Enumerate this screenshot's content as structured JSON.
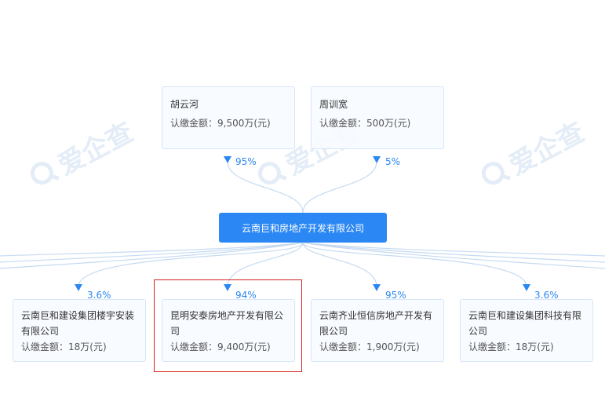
{
  "colors": {
    "accent": "#2b87f3",
    "line": "#c5daf2",
    "highlight": "#d22626"
  },
  "watermark": {
    "text": "爱企查",
    "icon": "qicha-logo-icon"
  },
  "shareholders": [
    {
      "name": "胡云河",
      "amount": "认缴金额：9,500万(元)",
      "percent": "95%"
    },
    {
      "name": "周训宽",
      "amount": "认缴金额：500万(元)",
      "percent": "5%"
    }
  ],
  "company": {
    "name": "云南巨和房地产开发有限公司"
  },
  "investments": [
    {
      "name": "云南巨和建设集团楼宇安装有限公司",
      "amount": "认缴金额：18万(元)",
      "percent": "3.6%"
    },
    {
      "name": "昆明安泰房地产开发有限公司",
      "amount": "认缴金额：9,400万(元)",
      "percent": "94%"
    },
    {
      "name": "云南齐业恒信房地产开发有限公司",
      "amount": "认缴金额：1,900万(元)",
      "percent": "95%"
    },
    {
      "name": "云南巨和建设集团科技有限公司",
      "amount": "认缴金额：18万(元)",
      "percent": "3.6%"
    }
  ]
}
